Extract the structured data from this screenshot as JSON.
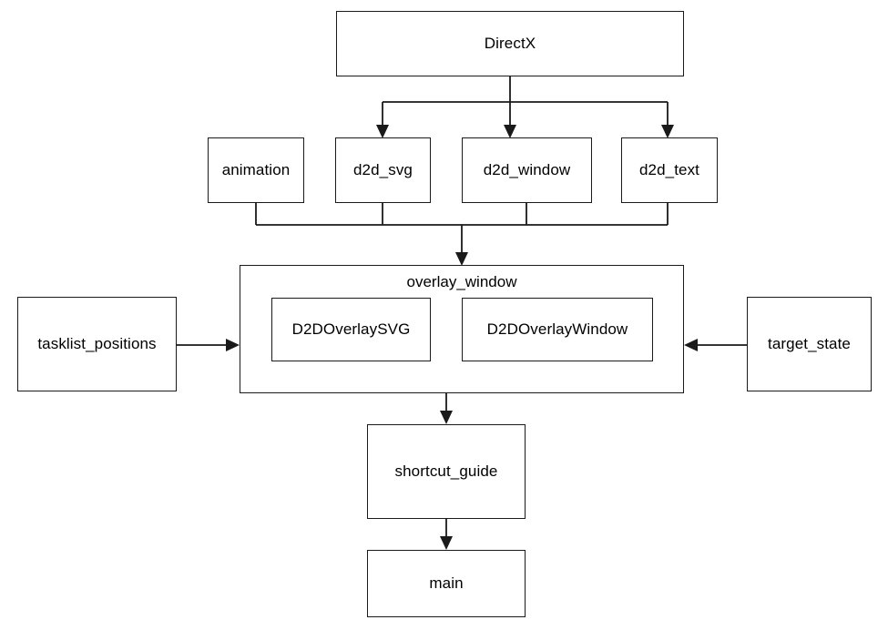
{
  "diagram": {
    "title": "DirectX overlay module dependency diagram",
    "type": "flowchart",
    "background_color": "#ffffff",
    "stroke_color": "#1a1a1a",
    "nodes": {
      "directx": {
        "label": "DirectX"
      },
      "animation": {
        "label": "animation"
      },
      "d2d_svg": {
        "label": "d2d_svg"
      },
      "d2d_window": {
        "label": "d2d_window"
      },
      "d2d_text": {
        "label": "d2d_text"
      },
      "overlay_window": {
        "label": "overlay_window"
      },
      "d2d_overlay_svg": {
        "label": "D2DOverlaySVG"
      },
      "d2d_overlay_window": {
        "label": "D2DOverlayWindow"
      },
      "tasklist_positions": {
        "label": "tasklist_positions"
      },
      "target_state": {
        "label": "target_state"
      },
      "shortcut_guide": {
        "label": "shortcut_guide"
      },
      "main": {
        "label": "main"
      }
    },
    "edges": [
      {
        "from": "directx",
        "to": "d2d_svg",
        "arrow": "down"
      },
      {
        "from": "directx",
        "to": "d2d_window",
        "arrow": "down"
      },
      {
        "from": "directx",
        "to": "d2d_text",
        "arrow": "down"
      },
      {
        "from": "animation",
        "to": "overlay_window",
        "arrow": "down"
      },
      {
        "from": "d2d_svg",
        "to": "overlay_window",
        "arrow": "down"
      },
      {
        "from": "d2d_window",
        "to": "overlay_window",
        "arrow": "down"
      },
      {
        "from": "d2d_text",
        "to": "overlay_window",
        "arrow": "down"
      },
      {
        "from": "tasklist_positions",
        "to": "overlay_window",
        "arrow": "right"
      },
      {
        "from": "target_state",
        "to": "overlay_window",
        "arrow": "left"
      },
      {
        "from": "overlay_window",
        "to": "shortcut_guide",
        "arrow": "down"
      },
      {
        "from": "shortcut_guide",
        "to": "main",
        "arrow": "down"
      }
    ]
  }
}
